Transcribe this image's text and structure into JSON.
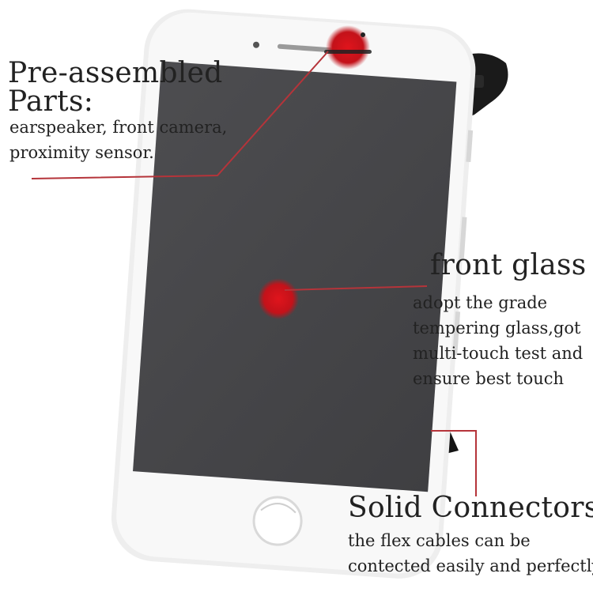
{
  "callouts": {
    "preassembled": {
      "title_line1": "Pre-assembled",
      "title_line2": "Parts:",
      "desc_line1": "earspeaker, front camera,",
      "desc_line2": "proximity sensor."
    },
    "front_glass": {
      "title": "front glass",
      "desc_line1": "adopt the grade",
      "desc_line2": "tempering glass,got",
      "desc_line3": "multi-touch test and",
      "desc_line4": "ensure best touch"
    },
    "connectors": {
      "title": "Solid Connectors:",
      "desc_line1": "the flex cables can be",
      "desc_line2": "contected easily and perfectly"
    }
  },
  "colors": {
    "accent_red": "#d3121b",
    "callout_line": "#b5343a",
    "bezel": "#f6f6f6",
    "screen": "#4b4b4d"
  }
}
